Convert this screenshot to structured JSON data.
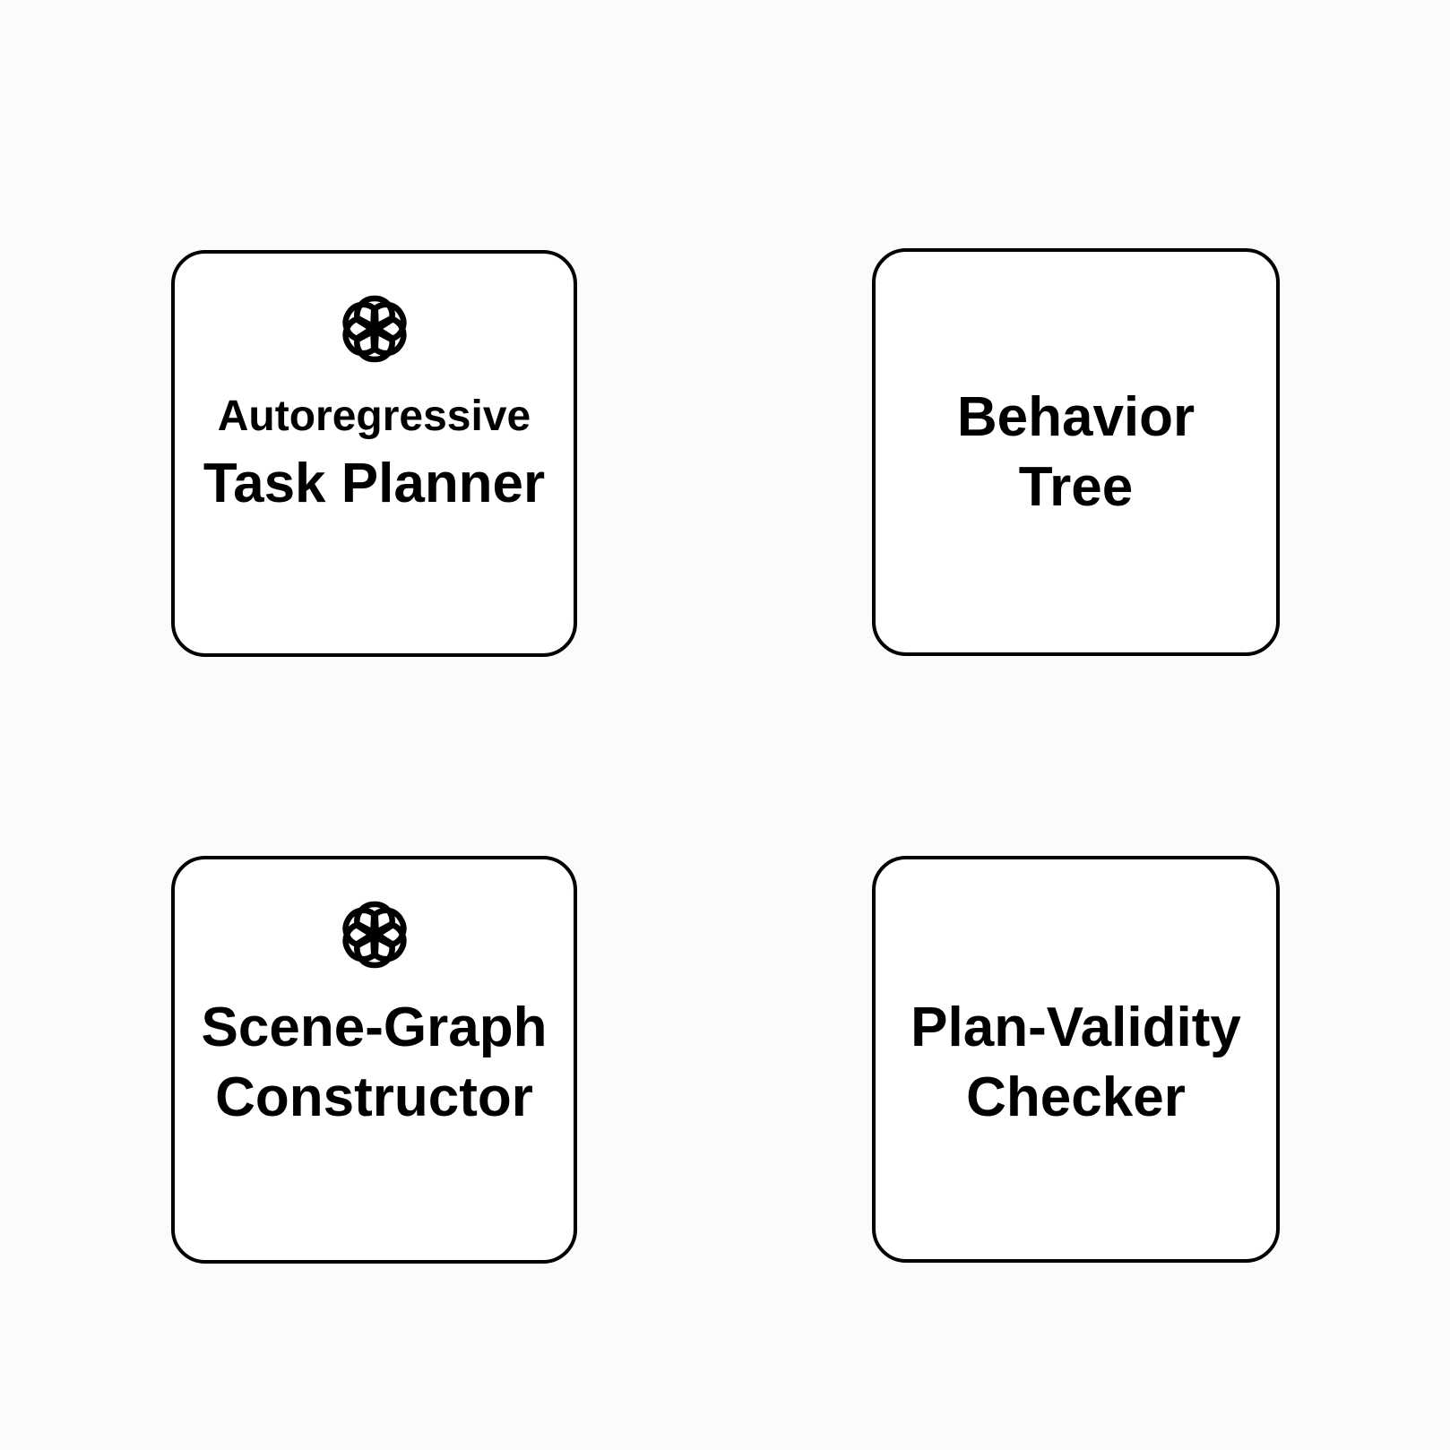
{
  "boxes": {
    "planner": {
      "logo_icon": "openai-logo-icon",
      "line1": "Autoregressive",
      "line2": "Task Planner"
    },
    "behavior_tree": {
      "line1": "Behavior",
      "line2": "Tree"
    },
    "scene_graph": {
      "logo_icon": "openai-logo-icon",
      "line1": "Scene-Graph",
      "line2": "Constructor"
    },
    "plan_validity": {
      "line1": "Plan-Validity",
      "line2": "Checker"
    }
  },
  "colors": {
    "background": "#fbfbfb",
    "box_fill": "#ffffff",
    "stroke": "#000000"
  }
}
